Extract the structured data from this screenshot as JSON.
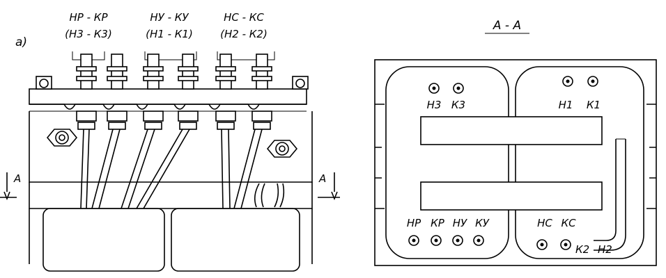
{
  "view_a": {
    "figure_label": "а)",
    "groups": [
      {
        "line1": "НР - КР",
        "line2": "(Н3 - К3)"
      },
      {
        "line1": "НУ - КУ",
        "line2": "(Н1 - К1)"
      },
      {
        "line1": "НС - КС",
        "line2": "(Н2 - К2)"
      }
    ],
    "section_marker_left": "А",
    "section_marker_right": "А"
  },
  "view_section": {
    "title": "А - А",
    "upper_left_terminals": [
      "Н3",
      "К3"
    ],
    "upper_right_terminals": [
      "Н1",
      "К1"
    ],
    "lower_left_terminals": [
      "НР",
      "КР",
      "НУ",
      "КУ"
    ],
    "lower_right_terminals": [
      "НС",
      "КС"
    ],
    "lead_labels": [
      "К2",
      "Н2"
    ]
  }
}
